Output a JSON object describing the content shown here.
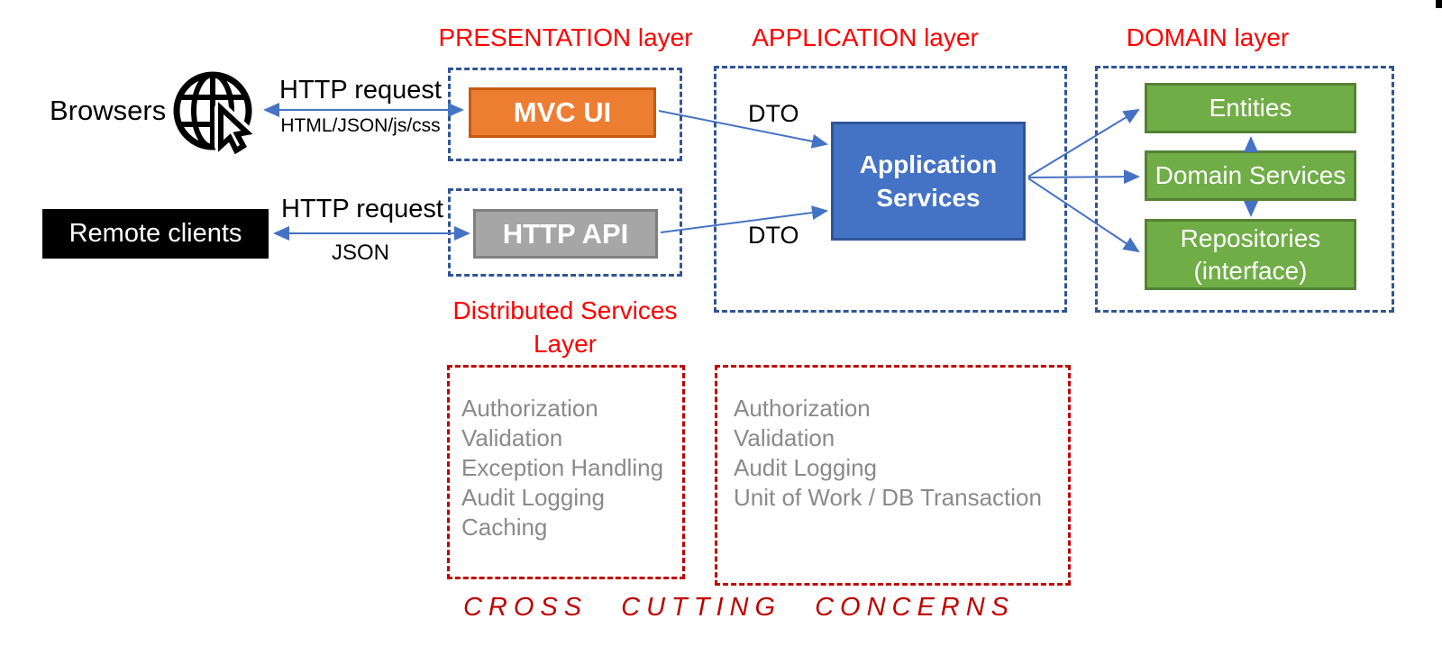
{
  "colors": {
    "red-title": "#FF0000",
    "red-dashed": "#C00000",
    "blue-dashed": "#305496",
    "arrow": "#4472C4",
    "orange-fill": "#ED7D31",
    "orange-border": "#C55A11",
    "gray-fill": "#A6A6A6",
    "gray-border": "#7F7F7F",
    "blue-fill": "#4472C4",
    "blue-border": "#2F5597",
    "green-fill": "#70AD47",
    "green-border": "#548235",
    "list-text": "#8A8A8A",
    "black": "#000000"
  },
  "layers": {
    "presentation": {
      "title": "PRESENTATION layer"
    },
    "application": {
      "title": "APPLICATION layer"
    },
    "domain": {
      "title": "DOMAIN layer"
    },
    "distributed": {
      "line1": "Distributed Services",
      "line2": "Layer"
    }
  },
  "clients": {
    "browsers": {
      "label": "Browsers",
      "icon": "globe-with-cursor-icon",
      "request": "HTTP request",
      "response": "HTML/JSON/js/css"
    },
    "remote": {
      "label": "Remote clients",
      "request": "HTTP request",
      "response": "JSON"
    }
  },
  "boxes": {
    "mvc_ui": "MVC UI",
    "http_api": "HTTP API",
    "application_services": "Application Services",
    "entities": "Entities",
    "domain_services": "Domain Services",
    "repositories": {
      "line1": "Repositories",
      "line2": "(interface)"
    }
  },
  "dto": {
    "top": "DTO",
    "bottom": "DTO"
  },
  "cross_cutting": {
    "heading": "CROSS CUTTING CONCERNS",
    "left": {
      "items": [
        "Authorization",
        "Validation",
        "Exception Handling",
        "Audit Logging",
        "Caching"
      ]
    },
    "right": {
      "items": [
        "Authorization",
        "Validation",
        "Audit Logging",
        "Unit of Work / DB Transaction"
      ]
    }
  }
}
